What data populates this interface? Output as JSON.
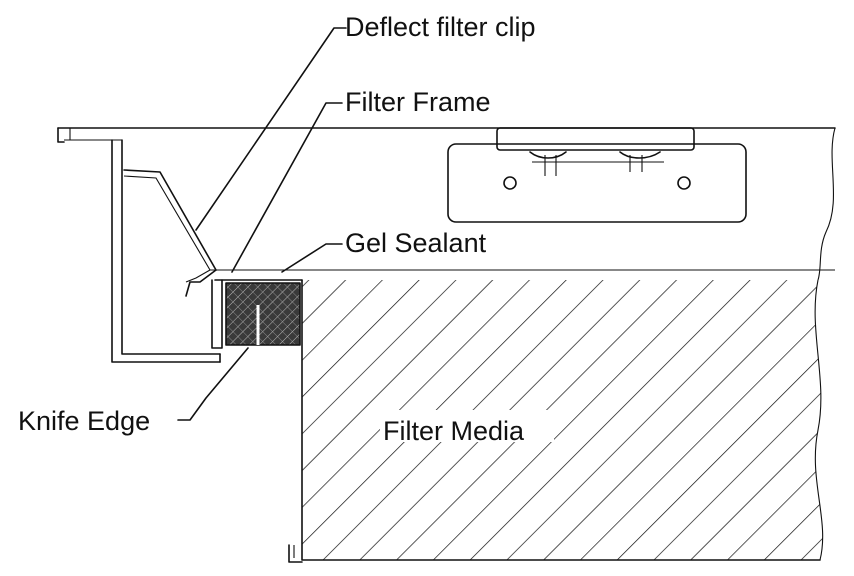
{
  "labels": {
    "deflect_filter_clip": "Deflect filter clip",
    "filter_frame": "Filter Frame",
    "gel_sealant": "Gel Sealant",
    "knife_edge": "Knife Edge",
    "filter_media": "Filter Media"
  },
  "colors": {
    "line": "#111111",
    "sealant_fill": "#3a3a3a",
    "background": "#ffffff"
  }
}
